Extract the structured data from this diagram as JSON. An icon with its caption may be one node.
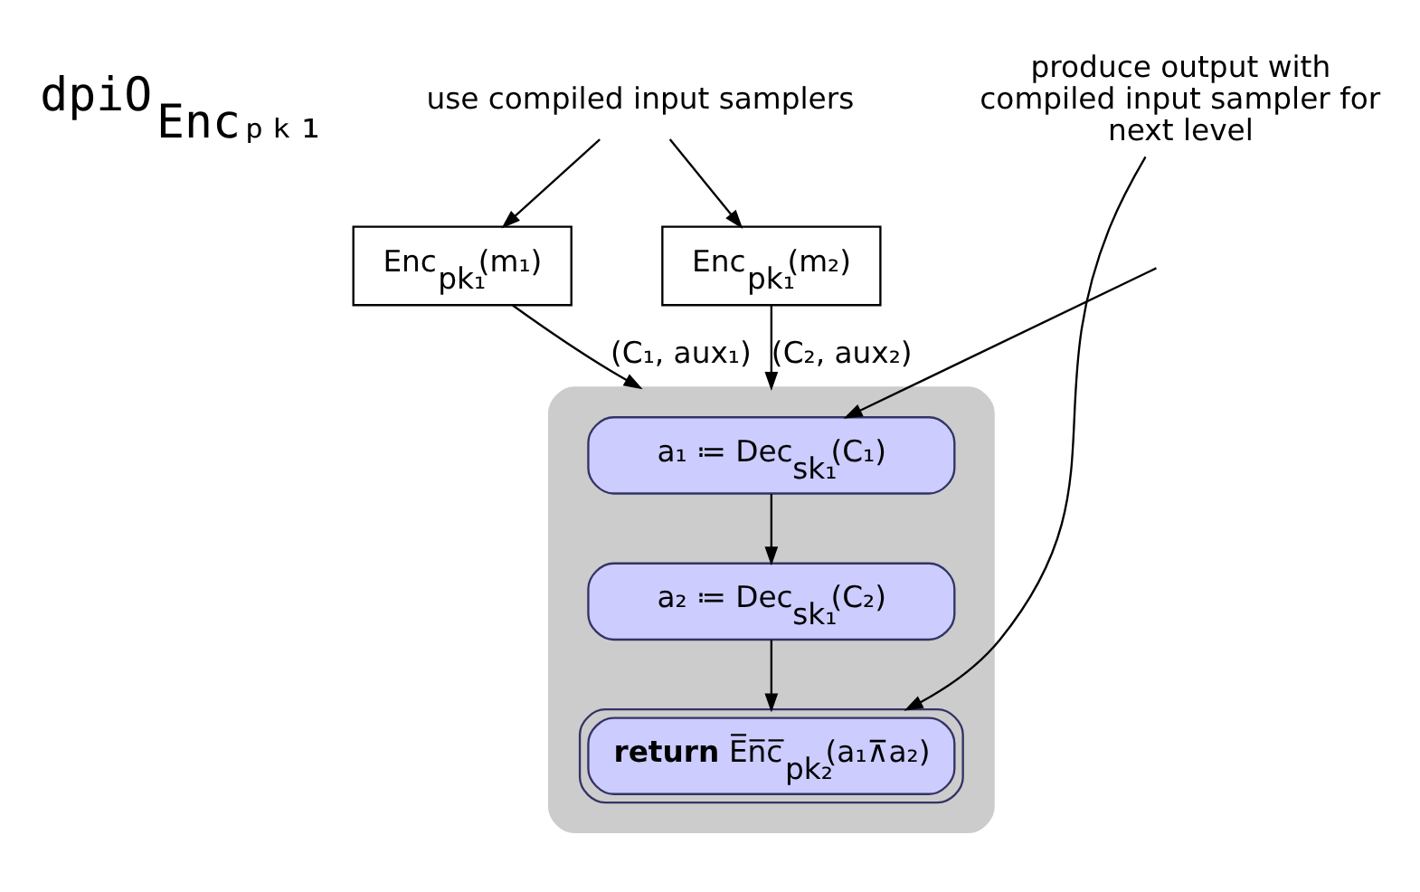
{
  "diagram": {
    "nodes": [
      {
        "text": [
          "use compiled input samplers"
        ]
      },
      {
        "text": [
          "Enc$_{pk₁}$(m₁)"
        ]
      },
      {
        "text": [
          "Enc$_{pk₁}$(m₂)"
        ]
      },
      {
        "text": [],
        "shape": "box"
      },
      {
        "text": [
          "a₁ ≔ Dec$_{sk₁}$(C₁)"
        ],
        "in": 3
      },
      {
        "text": [
          "a₂ ≔ Dec$_{sk₁}$(C₂)"
        ],
        "in": 3
      },
      {
        "text": [
          "**return** E̅n̅c̅$_{pk₂}$(a₁⊼a₂)"
        ],
        "in": 3
      },
      {
        "text": [
          "produce output with compiled input sampler for next level"
        ]
      }
    ],
    "edges": [
      {
        "from": 0,
        "to": 1,
        "arrow": "to"
      },
      {
        "from": 0,
        "to": 2,
        "arrow": "to"
      },
      {
        "from": 1,
        "to": 3,
        "arrow": "to",
        "label": "(C₁, aux₁)"
      },
      {
        "from": 2,
        "to": 3,
        "arrow": "to",
        "label": "(C₂, aux₂)"
      },
      {
        "from": null,
        "to": 4,
        "arrow": "to"
      },
      {
        "from": 4,
        "to": 5,
        "arrow": "to"
      },
      {
        "from": 5,
        "to": 6,
        "arrow": "to"
      },
      {
        "from": 7,
        "to": 6,
        "arrow": "to"
      }
    ],
    "labels": [
      "dpiO$_{Encₚₖ₁}$"
    ]
  }
}
